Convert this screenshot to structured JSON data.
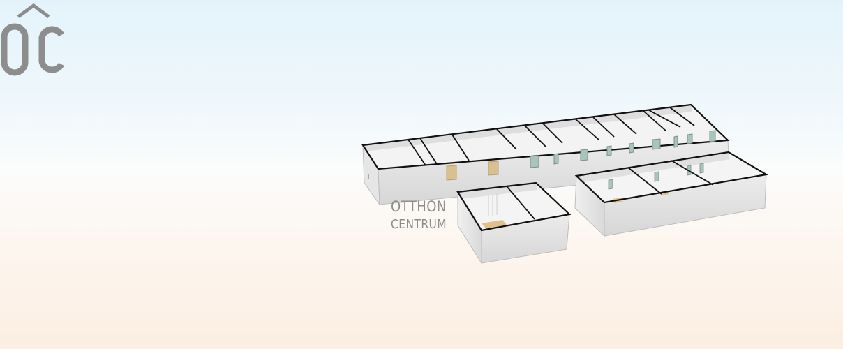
{
  "logo": {
    "monogram": "OC",
    "line1": "OTTHON",
    "line2": "CENTRUM"
  },
  "colors": {
    "sky_top": "#e4f3fb",
    "sky_bottom": "#fbeee2",
    "wall": "#e2e2e2",
    "wall_shadow": "#cfcfcf",
    "floor": "#f2f2f2",
    "outline": "#111111",
    "window": "#9fbfb8",
    "door_floor": "#e0c089",
    "logo_gray": "#8d8d8d"
  }
}
